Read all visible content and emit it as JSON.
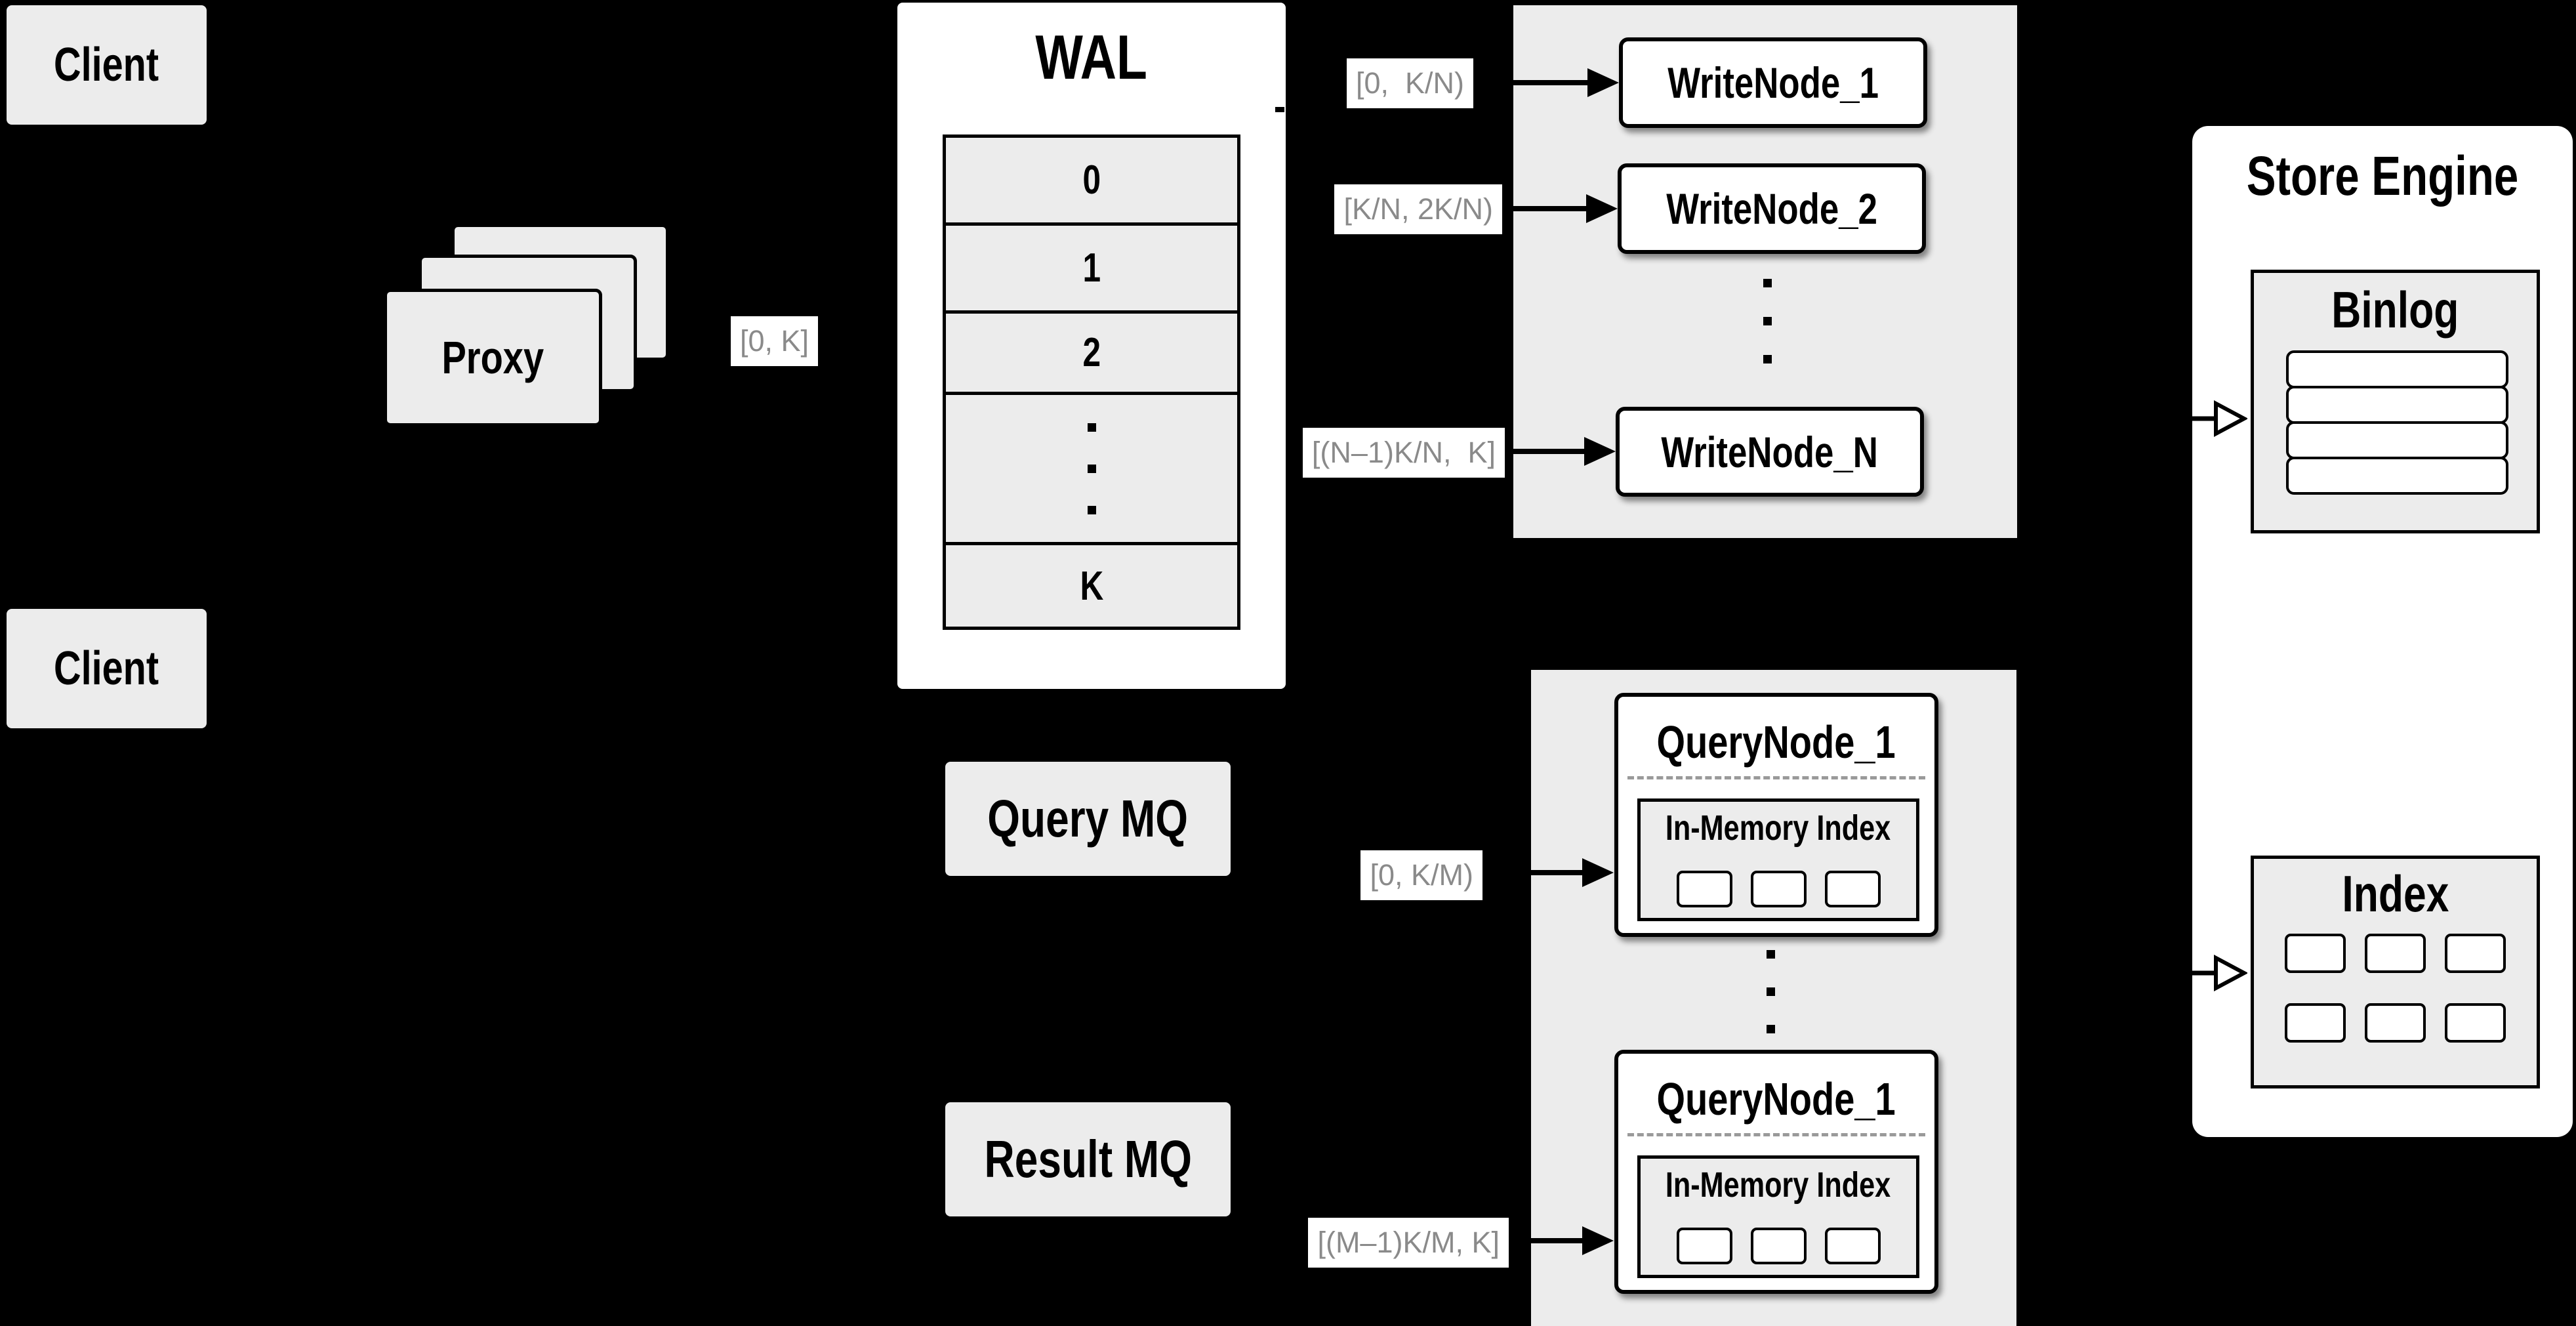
{
  "colors": {
    "background": "#000000",
    "panel_gray": "#ececec",
    "box_white": "#ffffff",
    "stroke_black": "#000000",
    "label_text_gray": "#8a8a8a",
    "dash_gray": "#9a9a9a"
  },
  "clients": {
    "top": "Client",
    "bottom": "Client"
  },
  "proxy": {
    "label": "Proxy"
  },
  "wal": {
    "title": "WAL",
    "rows": [
      "0",
      "1",
      "2"
    ],
    "last_row": "K"
  },
  "edge_labels": {
    "proxy_to_wal": "[0, K]",
    "to_write_nodes": [
      "[0,  K/N)",
      "[K/N, 2K/N)",
      "[(N–1)K/N,  K]"
    ],
    "to_query_nodes": [
      "[0, K/M)",
      "[(M–1)K/M, K]"
    ]
  },
  "write_nodes": [
    "WriteNode_1",
    "WriteNode_2",
    "WriteNode_N"
  ],
  "mq": {
    "query": "Query MQ",
    "result": "Result MQ"
  },
  "query_nodes": [
    {
      "title": "QueryNode_1",
      "inner": "In-Memory Index"
    },
    {
      "title": "QueryNode_1",
      "inner": "In-Memory Index"
    }
  ],
  "store_engine": {
    "title": "Store Engine",
    "binlog": "Binlog",
    "index": "Index"
  }
}
